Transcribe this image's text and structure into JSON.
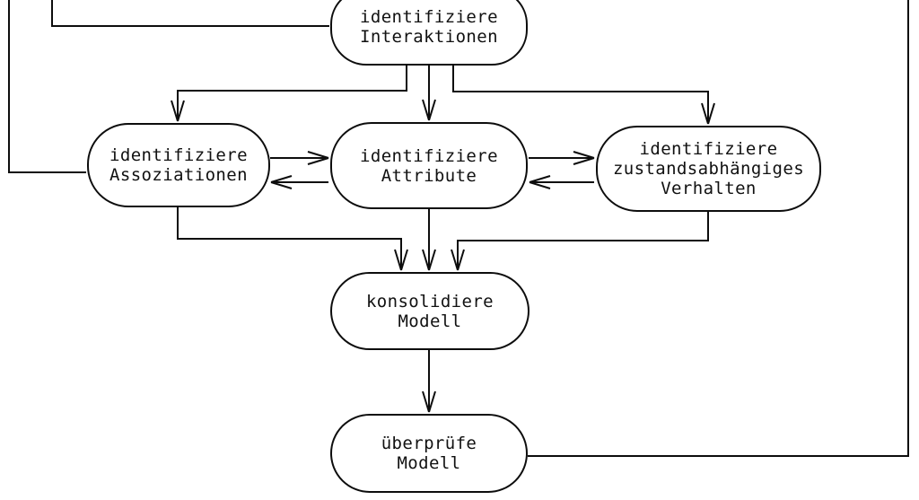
{
  "diagram": {
    "title": "OOA process flow (German)",
    "background_color": "#ffffff",
    "line_color": "#0d0d0d",
    "nodes": [
      {
        "id": "identifiziere-interaktionen",
        "lines": [
          "identifiziere",
          "Interaktionen"
        ]
      },
      {
        "id": "identifiziere-assoziationen",
        "lines": [
          "identifiziere",
          "Assoziationen"
        ]
      },
      {
        "id": "identifiziere-attribute",
        "lines": [
          "identifiziere",
          "Attribute"
        ]
      },
      {
        "id": "identifiziere-zustandsabhaengiges-verhalten",
        "lines": [
          "identifiziere",
          "zustandsabhängiges",
          "Verhalten"
        ]
      },
      {
        "id": "konsolidiere-modell",
        "lines": [
          "konsolidiere",
          "Modell"
        ]
      },
      {
        "id": "ueberpruefe-modell",
        "lines": [
          "überprüfe",
          "Modell"
        ]
      }
    ],
    "edges": [
      {
        "from": "top-edge-left-outer",
        "to": "identifiziere-assoziationen",
        "arrowhead": false
      },
      {
        "from": "top-edge-left-inner",
        "to": "identifiziere-interaktionen",
        "arrowhead": false
      },
      {
        "from": "identifiziere-interaktionen",
        "to": "identifiziere-assoziationen",
        "arrowhead": true
      },
      {
        "from": "identifiziere-interaktionen",
        "to": "identifiziere-attribute",
        "arrowhead": true
      },
      {
        "from": "identifiziere-interaktionen",
        "to": "identifiziere-zustandsabhaengiges-verhalten",
        "arrowhead": true
      },
      {
        "from": "identifiziere-assoziationen",
        "to": "identifiziere-attribute",
        "arrowhead": true
      },
      {
        "from": "identifiziere-attribute",
        "to": "identifiziere-assoziationen",
        "arrowhead": true
      },
      {
        "from": "identifiziere-attribute",
        "to": "identifiziere-zustandsabhaengiges-verhalten",
        "arrowhead": true
      },
      {
        "from": "identifiziere-zustandsabhaengiges-verhalten",
        "to": "identifiziere-attribute",
        "arrowhead": true
      },
      {
        "from": "identifiziere-assoziationen",
        "to": "konsolidiere-modell",
        "arrowhead": true
      },
      {
        "from": "identifiziere-attribute",
        "to": "konsolidiere-modell",
        "arrowhead": true
      },
      {
        "from": "identifiziere-zustandsabhaengiges-verhalten",
        "to": "konsolidiere-modell",
        "arrowhead": true
      },
      {
        "from": "konsolidiere-modell",
        "to": "ueberpruefe-modell",
        "arrowhead": true
      },
      {
        "from": "ueberpruefe-modell",
        "to": "top-edge-right",
        "arrowhead": false
      }
    ]
  }
}
